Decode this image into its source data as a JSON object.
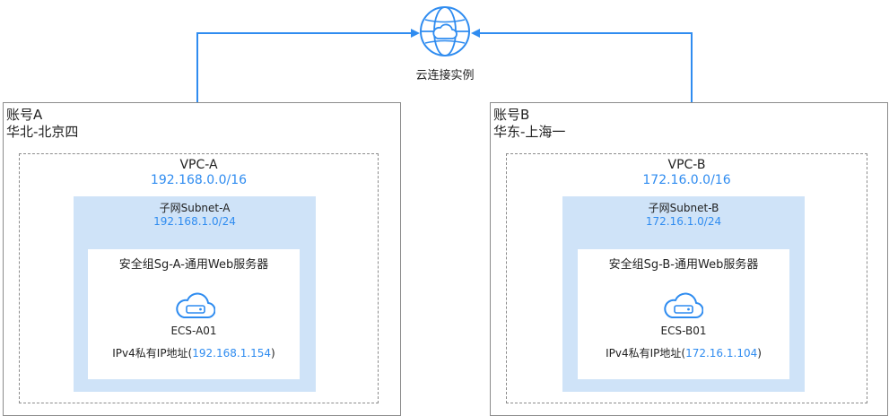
{
  "cloud_connect": {
    "label": "云连接实例",
    "icon": "globe-cloud-icon"
  },
  "accounts": [
    {
      "account": "账号A",
      "region": "华北-北京四",
      "vpc": {
        "name": "VPC-A",
        "cidr": "192.168.0.0/16"
      },
      "subnet": {
        "name": "子网Subnet-A",
        "cidr": "192.168.1.0/24"
      },
      "security_group": "安全组Sg-A-通用Web服务器",
      "ecs": {
        "name": "ECS-A01",
        "icon": "cloud-server-icon",
        "ip_prefix": "IPv4私有IP地址(",
        "ip": "192.168.1.154",
        "ip_suffix": ")"
      }
    },
    {
      "account": "账号B",
      "region": "华东-上海一",
      "vpc": {
        "name": "VPC-B",
        "cidr": "172.16.0.0/16"
      },
      "subnet": {
        "name": "子网Subnet-B",
        "cidr": "172.16.1.0/24"
      },
      "security_group": "安全组Sg-B-通用Web服务器",
      "ecs": {
        "name": "ECS-B01",
        "icon": "cloud-server-icon",
        "ip_prefix": "IPv4私有IP地址(",
        "ip": "172.16.1.104",
        "ip_suffix": ")"
      }
    }
  ],
  "colors": {
    "accent": "#2f8cf0",
    "subnet_fill": "#cfe3f8",
    "border": "#8c8c8c"
  }
}
